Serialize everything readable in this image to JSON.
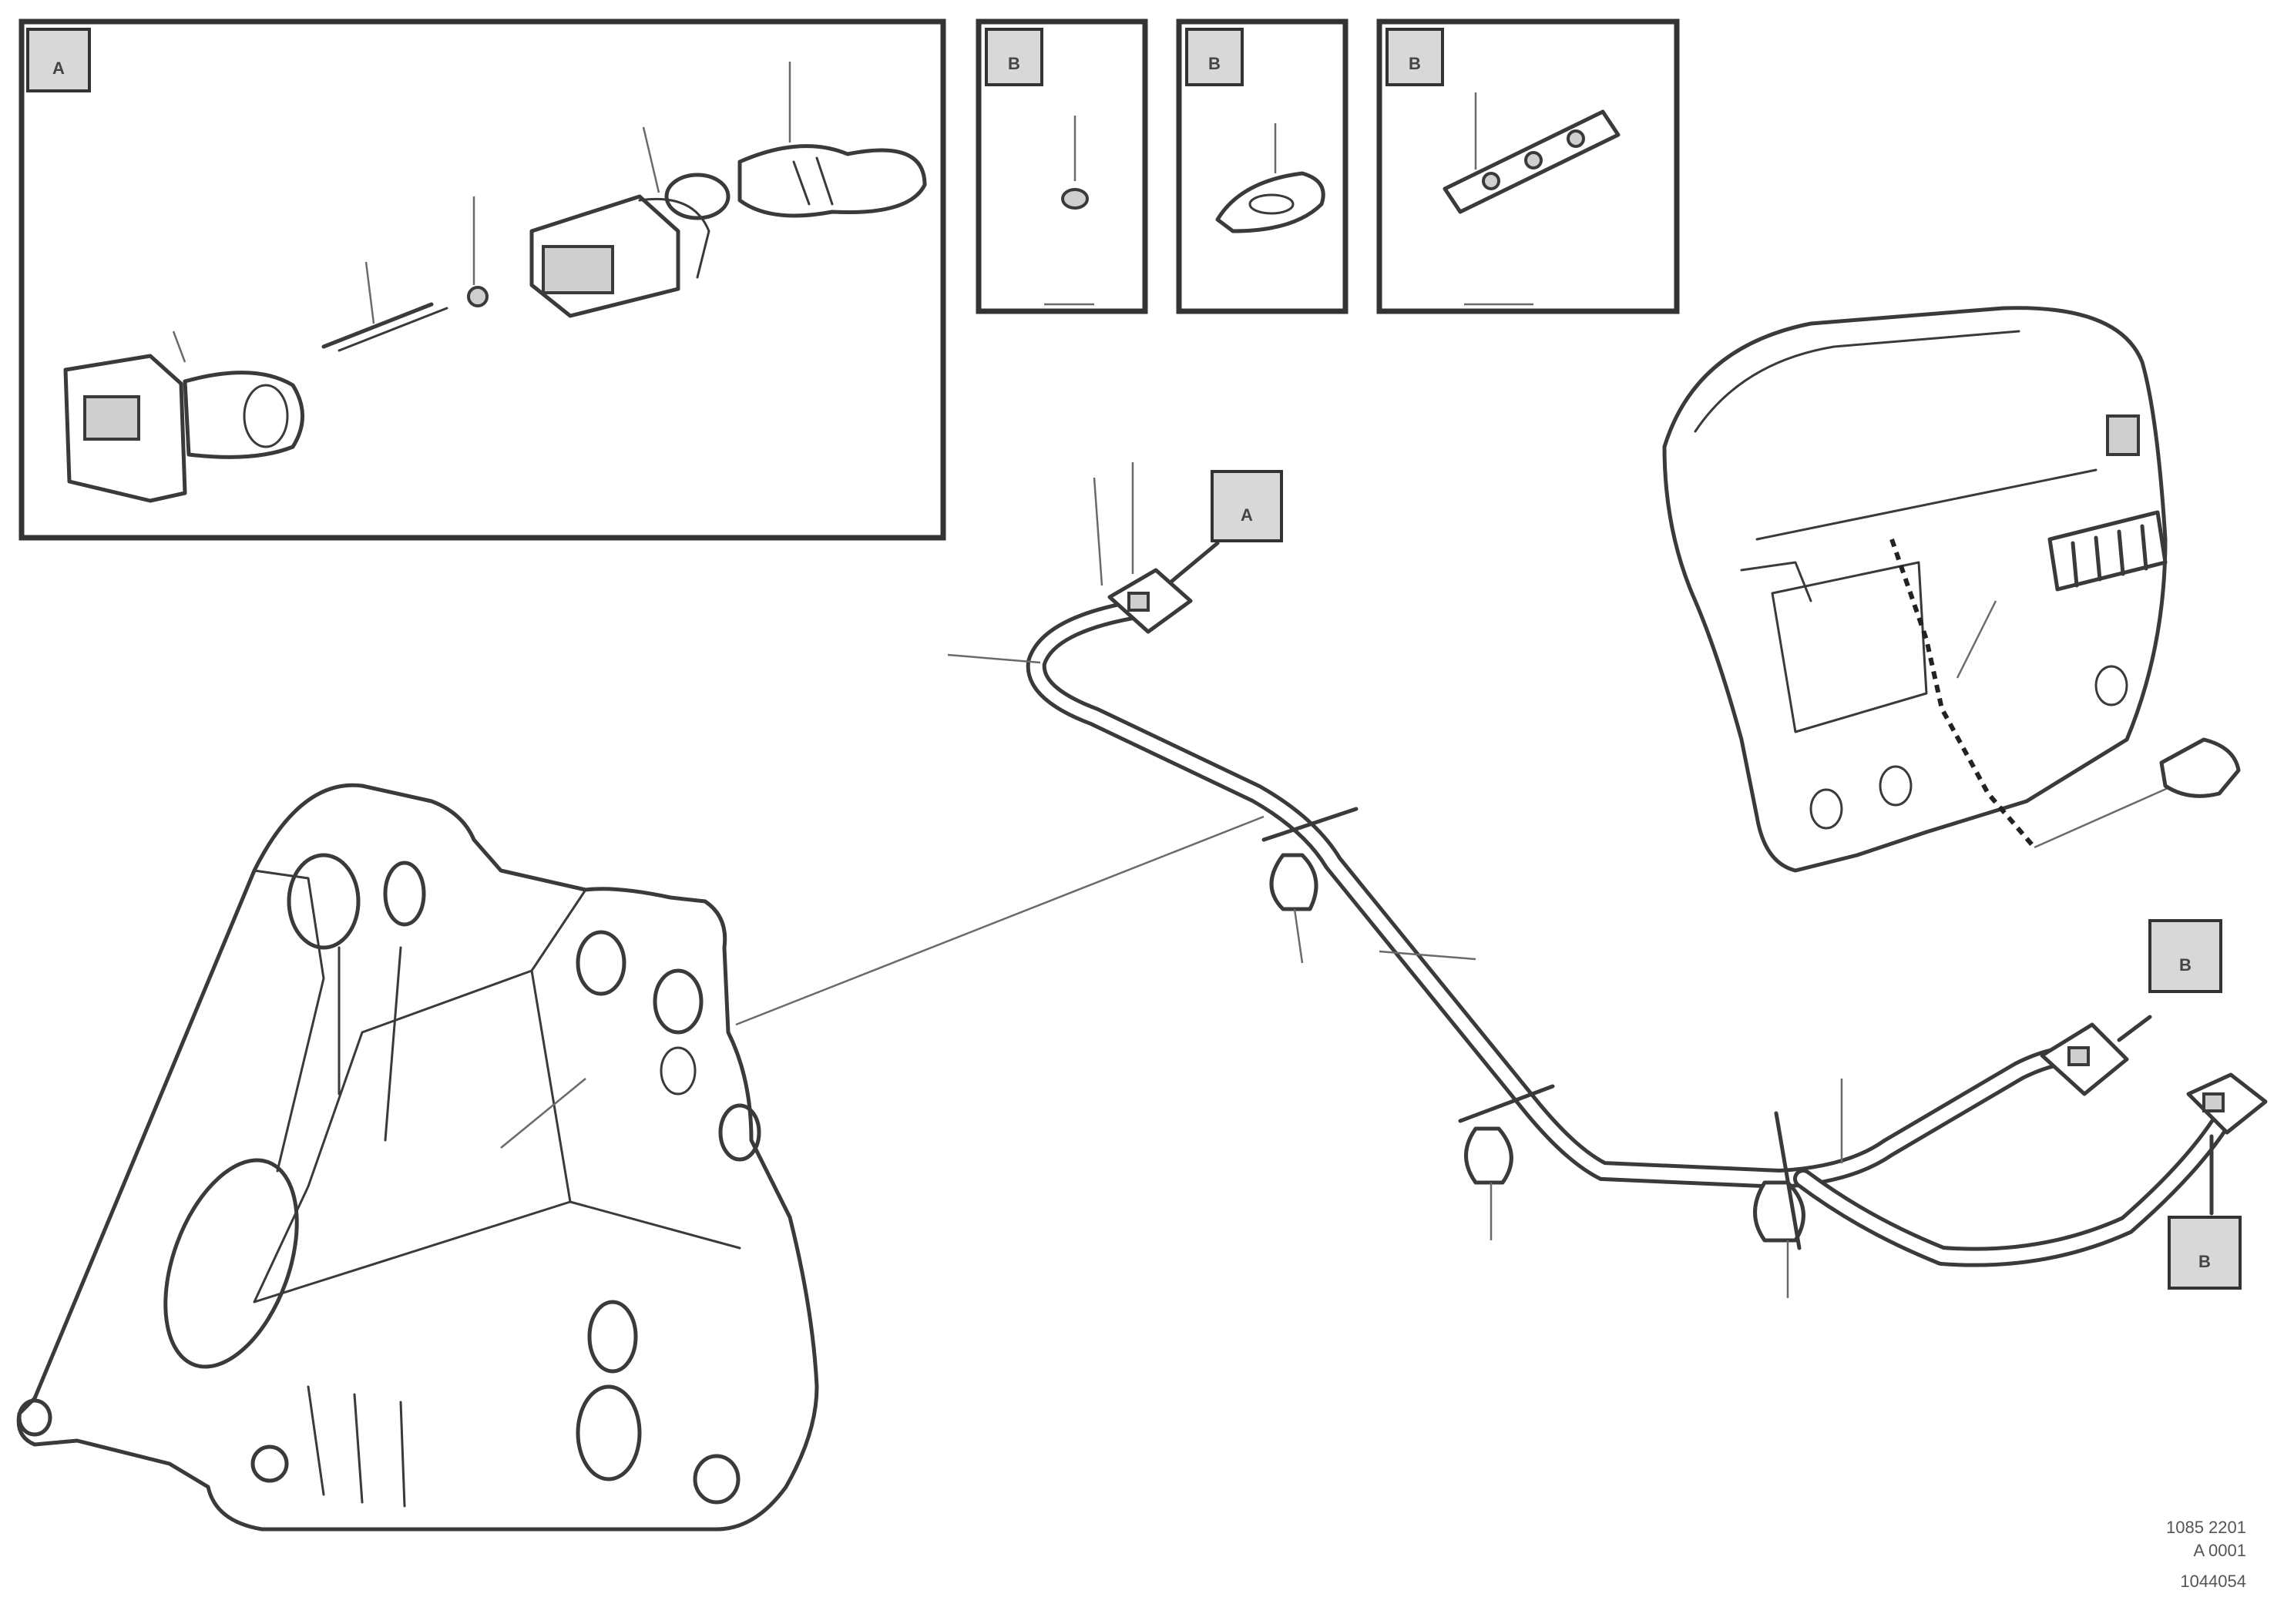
{
  "detail_boxes": [
    {
      "id": "detail-a",
      "tag": "A"
    },
    {
      "id": "detail-b1",
      "tag": "B"
    },
    {
      "id": "detail-b2",
      "tag": "B"
    },
    {
      "id": "detail-b3",
      "tag": "B"
    }
  ],
  "main_callouts": {
    "a": "A",
    "b_upper": "B",
    "b_lower": "B"
  },
  "doc_ref": {
    "line1": "1085 2201",
    "line2": "A 0001",
    "line3": "1044054"
  }
}
